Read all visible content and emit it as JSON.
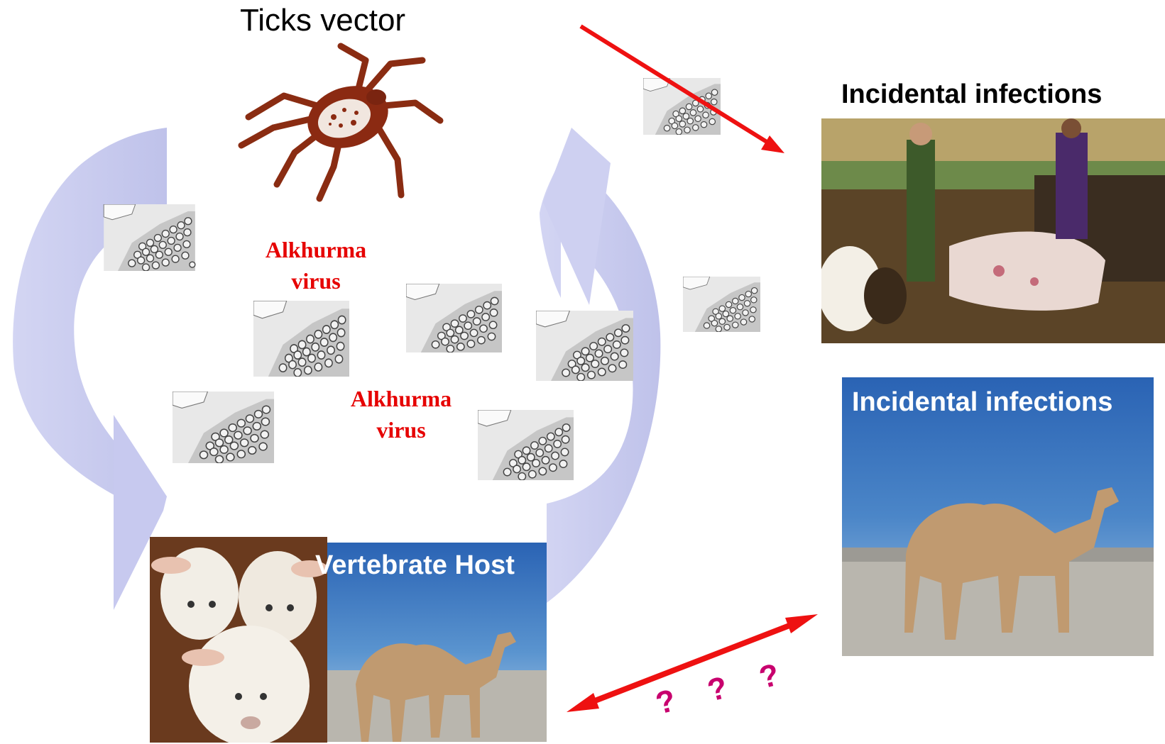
{
  "diagram": {
    "title": "Ticks vector",
    "virus_labels": [
      {
        "line1": "Alkhurma",
        "line2": "virus"
      },
      {
        "line1": "Alkhurma",
        "line2": "virus"
      }
    ],
    "incidental_top": "Incidental infections",
    "incidental_camel": "Incidental infections",
    "vertebrate_host": "Vertebrate Host",
    "question_marks": "? ? ?"
  },
  "colors": {
    "cycle_arrow": "#c9cbee",
    "red_arrow": "#ee1111",
    "virus_text": "#e60000",
    "question_marks": "#c8006e",
    "sky_top": "#2a63b4",
    "sky_bottom": "#a8c8e6"
  },
  "icons": {
    "tick": "tick-icon",
    "virus_micrograph": "virus-micrograph-icon",
    "sheep": "sheep-photo",
    "camel": "camel-photo",
    "slaughter": "slaughter-photo"
  }
}
